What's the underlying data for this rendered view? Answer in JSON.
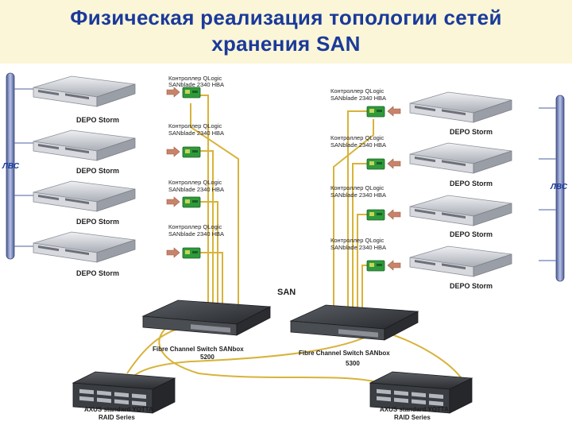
{
  "title": {
    "line1": "Физическая реализация топологии сетей",
    "line2": "хранения SAN"
  },
  "lan_label": "ЛВС",
  "san_label": "SAN",
  "hba": {
    "line1": "Контроллер QLogic",
    "line2": "SANblade 2340 HBA"
  },
  "server_label": "DEPO Storm",
  "switches": [
    {
      "line1": "Fibre Channel Switch SANbox",
      "line2": "5200"
    },
    {
      "line1": "Fibre Channel Switch SANbox",
      "line2": "5300"
    }
  ],
  "storage": {
    "line1": "AXUS standard YOTTA",
    "line2": "RAID Series"
  },
  "colors": {
    "title": "#1a3a9a",
    "fiber": "#d8b33a",
    "lan_pipe": "#6f7fb5",
    "server": "#c9ccd2",
    "switch": "#3c3f44",
    "hba_card": "#2f9a3a",
    "arrow": "#c8846a"
  }
}
